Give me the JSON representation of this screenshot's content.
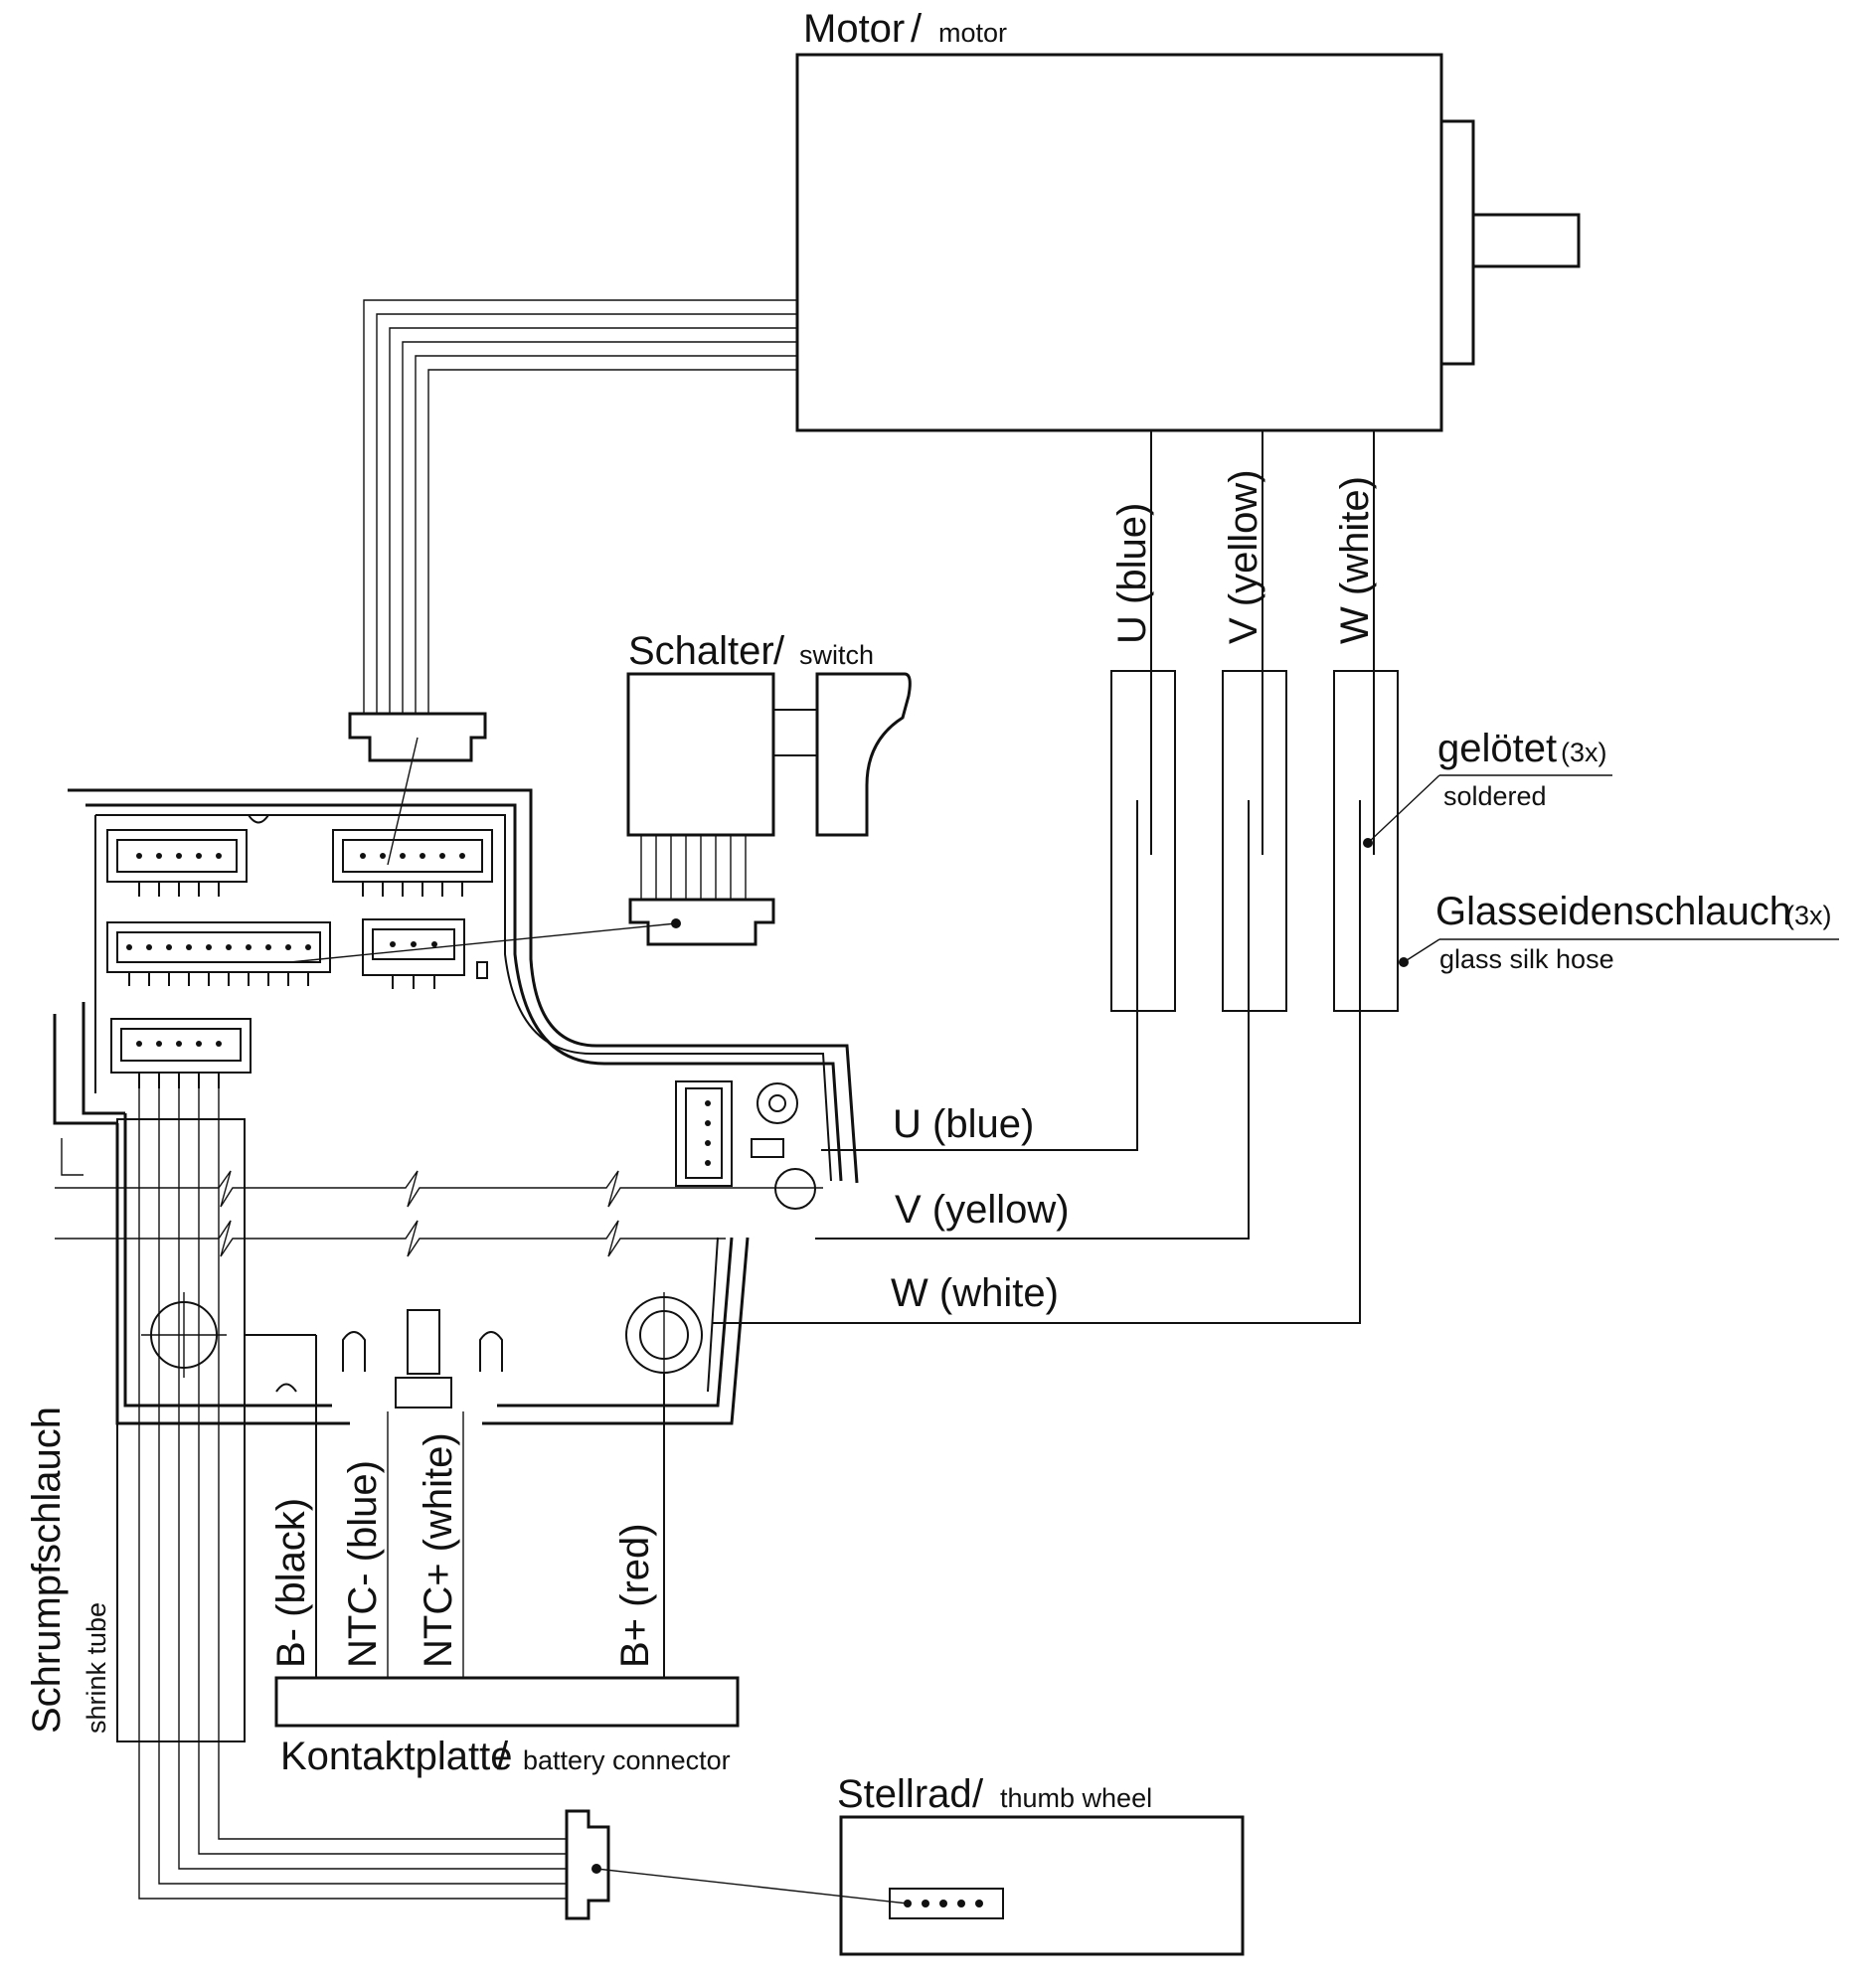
{
  "components": {
    "motor": {
      "name": "Motor",
      "translation": "motor"
    },
    "switch": {
      "name": "Schalter",
      "translation": "switch"
    },
    "soldered": {
      "name": "gelötet",
      "count": "(3x)",
      "translation": "soldered"
    },
    "hose": {
      "name": "Glasseidenschlauch",
      "count": "(3x)",
      "translation": "glass silk hose"
    },
    "shrink_tube": {
      "name": "Schrumpfschlauch",
      "translation": "shrink tube"
    },
    "battery_connector": {
      "name": "Kontaktplatte",
      "translation": "battery connector"
    },
    "thumb_wheel": {
      "name": "Stellrad",
      "translation": "thumb wheel"
    }
  },
  "motor_wires": [
    "U (blue)",
    "V (yellow)",
    "W (white)"
  ],
  "board_wires": [
    "U (blue)",
    "V (yellow)",
    "W (white)"
  ],
  "battery_wires": [
    "B- (black)",
    "NTC- (blue)",
    "NTC+ (white)",
    "B+ (red)"
  ],
  "slash": "/"
}
